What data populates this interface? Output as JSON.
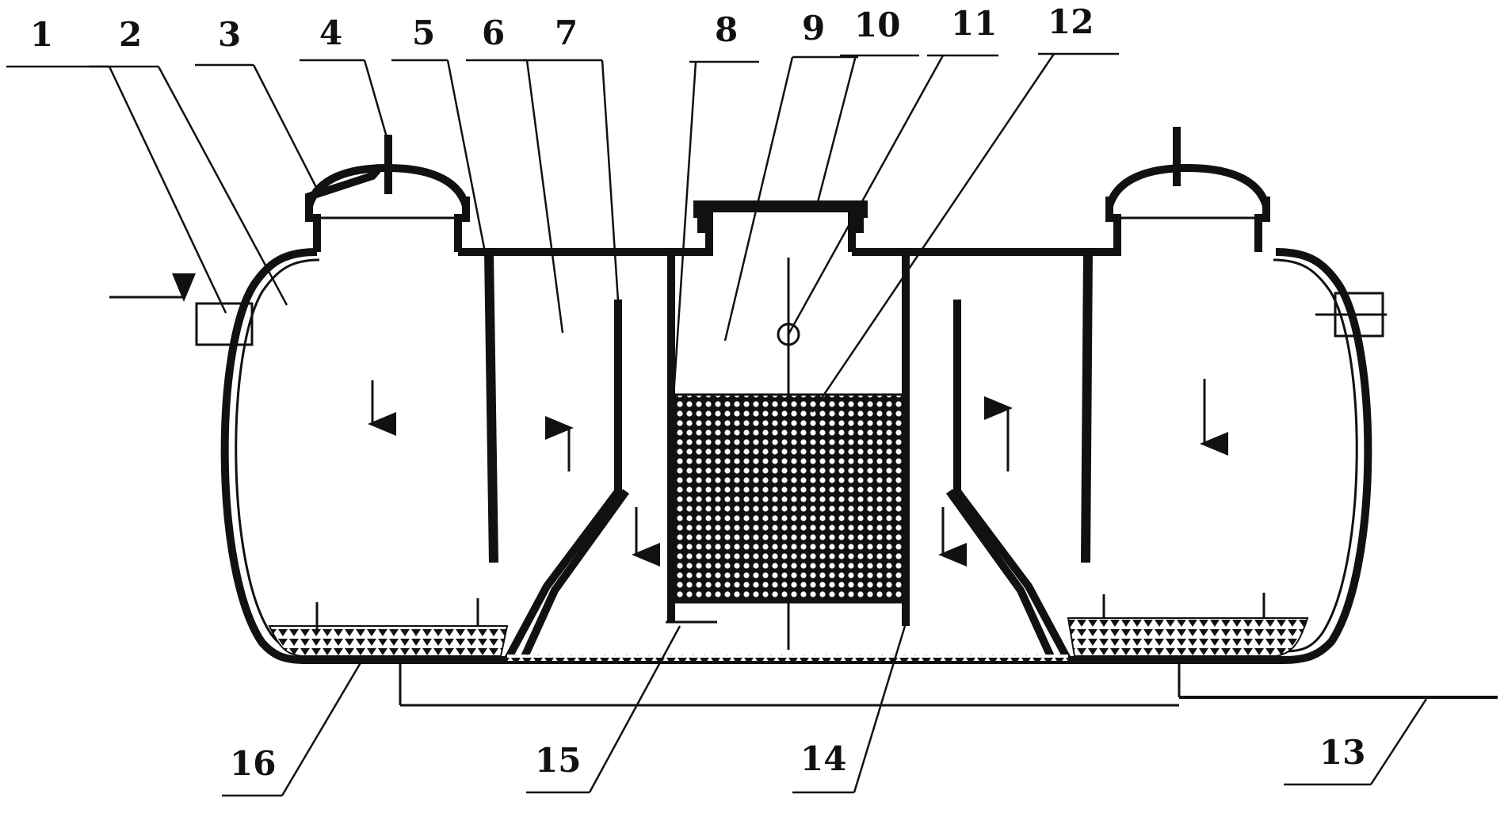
{
  "diagram": {
    "labels_top": [
      "1",
      "2",
      "3",
      "4",
      "5",
      "6",
      "7",
      "8",
      "9",
      "10",
      "11",
      "12"
    ],
    "labels_bottom": [
      "16",
      "15",
      "14",
      "13"
    ]
  },
  "colors": {
    "ink": "#111111",
    "background": "#ffffff"
  }
}
